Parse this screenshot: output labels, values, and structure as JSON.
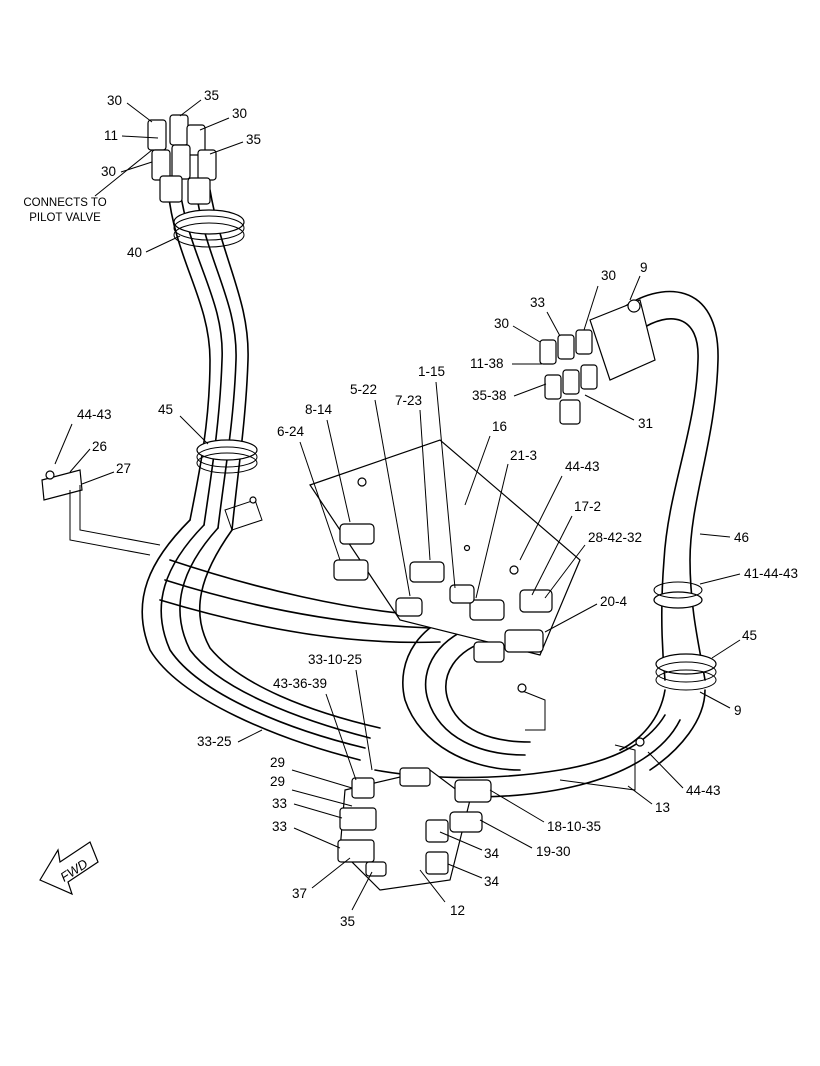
{
  "notes": {
    "connects_line1": "CONNECTS TO",
    "connects_line2": "PILOT VALVE",
    "fwd": "FWD"
  },
  "callouts": [
    "30",
    "35",
    "30",
    "11",
    "35",
    "30",
    "40",
    "45",
    "44-43",
    "26",
    "27",
    "8-14",
    "5-22",
    "1-15",
    "7-23",
    "6-24",
    "16",
    "21-3",
    "44-43",
    "17-2",
    "28-42-32",
    "20-4",
    "46",
    "41-44-43",
    "45",
    "9",
    "30",
    "9",
    "33",
    "30",
    "11-38",
    "35-38",
    "31",
    "33-10-25",
    "43-36-39",
    "33-25",
    "29",
    "29",
    "33",
    "33",
    "37",
    "35",
    "12",
    "34",
    "34",
    "19-30",
    "18-10-35",
    "13",
    "44-43"
  ]
}
